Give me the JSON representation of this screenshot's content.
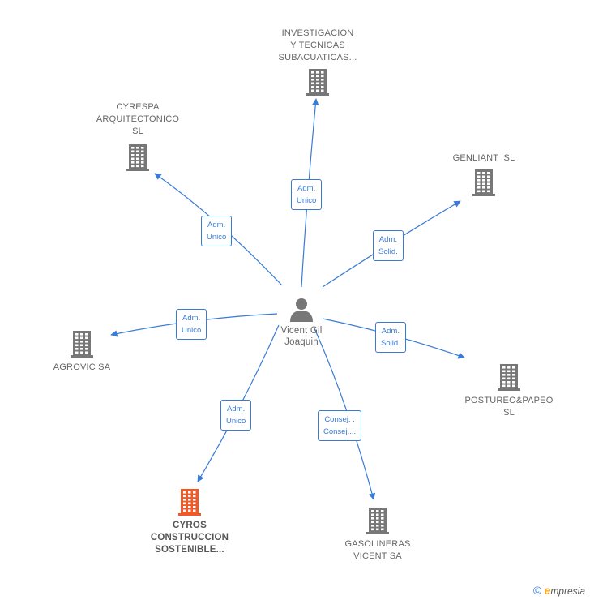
{
  "center": {
    "name_line1": "Vicent Gil",
    "name_line2": "Joaquin"
  },
  "companies": [
    {
      "id": "investigacion",
      "lines": [
        "INVESTIGACION",
        "Y TECNICAS",
        "SUBACUATICAS..."
      ],
      "highlight": false
    },
    {
      "id": "cyrespa",
      "lines": [
        "CYRESPA",
        "ARQUITECTONICO",
        "SL"
      ],
      "highlight": false
    },
    {
      "id": "genliant",
      "lines": [
        "GENLIANT  SL"
      ],
      "highlight": false
    },
    {
      "id": "agrovic",
      "lines": [
        "AGROVIC SA"
      ],
      "highlight": false
    },
    {
      "id": "postureo",
      "lines": [
        "POSTUREO&PAPEO",
        "SL"
      ],
      "highlight": false
    },
    {
      "id": "cyros",
      "lines": [
        "CYROS",
        "CONSTRUCCION",
        "SOSTENIBLE..."
      ],
      "highlight": true
    },
    {
      "id": "gasolineras",
      "lines": [
        "GASOLINERAS",
        "VICENT SA"
      ],
      "highlight": false
    }
  ],
  "edges": [
    {
      "target": "investigacion",
      "label": [
        "Adm.",
        "Unico"
      ]
    },
    {
      "target": "cyrespa",
      "label": [
        "Adm.",
        "Unico"
      ]
    },
    {
      "target": "genliant",
      "label": [
        "Adm.",
        "Solid."
      ]
    },
    {
      "target": "agrovic",
      "label": [
        "Adm.",
        "Unico"
      ]
    },
    {
      "target": "postureo",
      "label": [
        "Adm.",
        "Solid."
      ]
    },
    {
      "target": "cyros",
      "label": [
        "Adm.",
        "Unico"
      ]
    },
    {
      "target": "gasolineras",
      "label": [
        "Consej. .",
        "Consej...."
      ]
    }
  ],
  "colors": {
    "edge": "#3a7bd5",
    "building": "#777777",
    "building_highlight": "#f05a28",
    "person": "#777777"
  },
  "footer": {
    "copyright_symbol": "©",
    "brand_initial": "e",
    "brand_rest": "mpresia"
  }
}
